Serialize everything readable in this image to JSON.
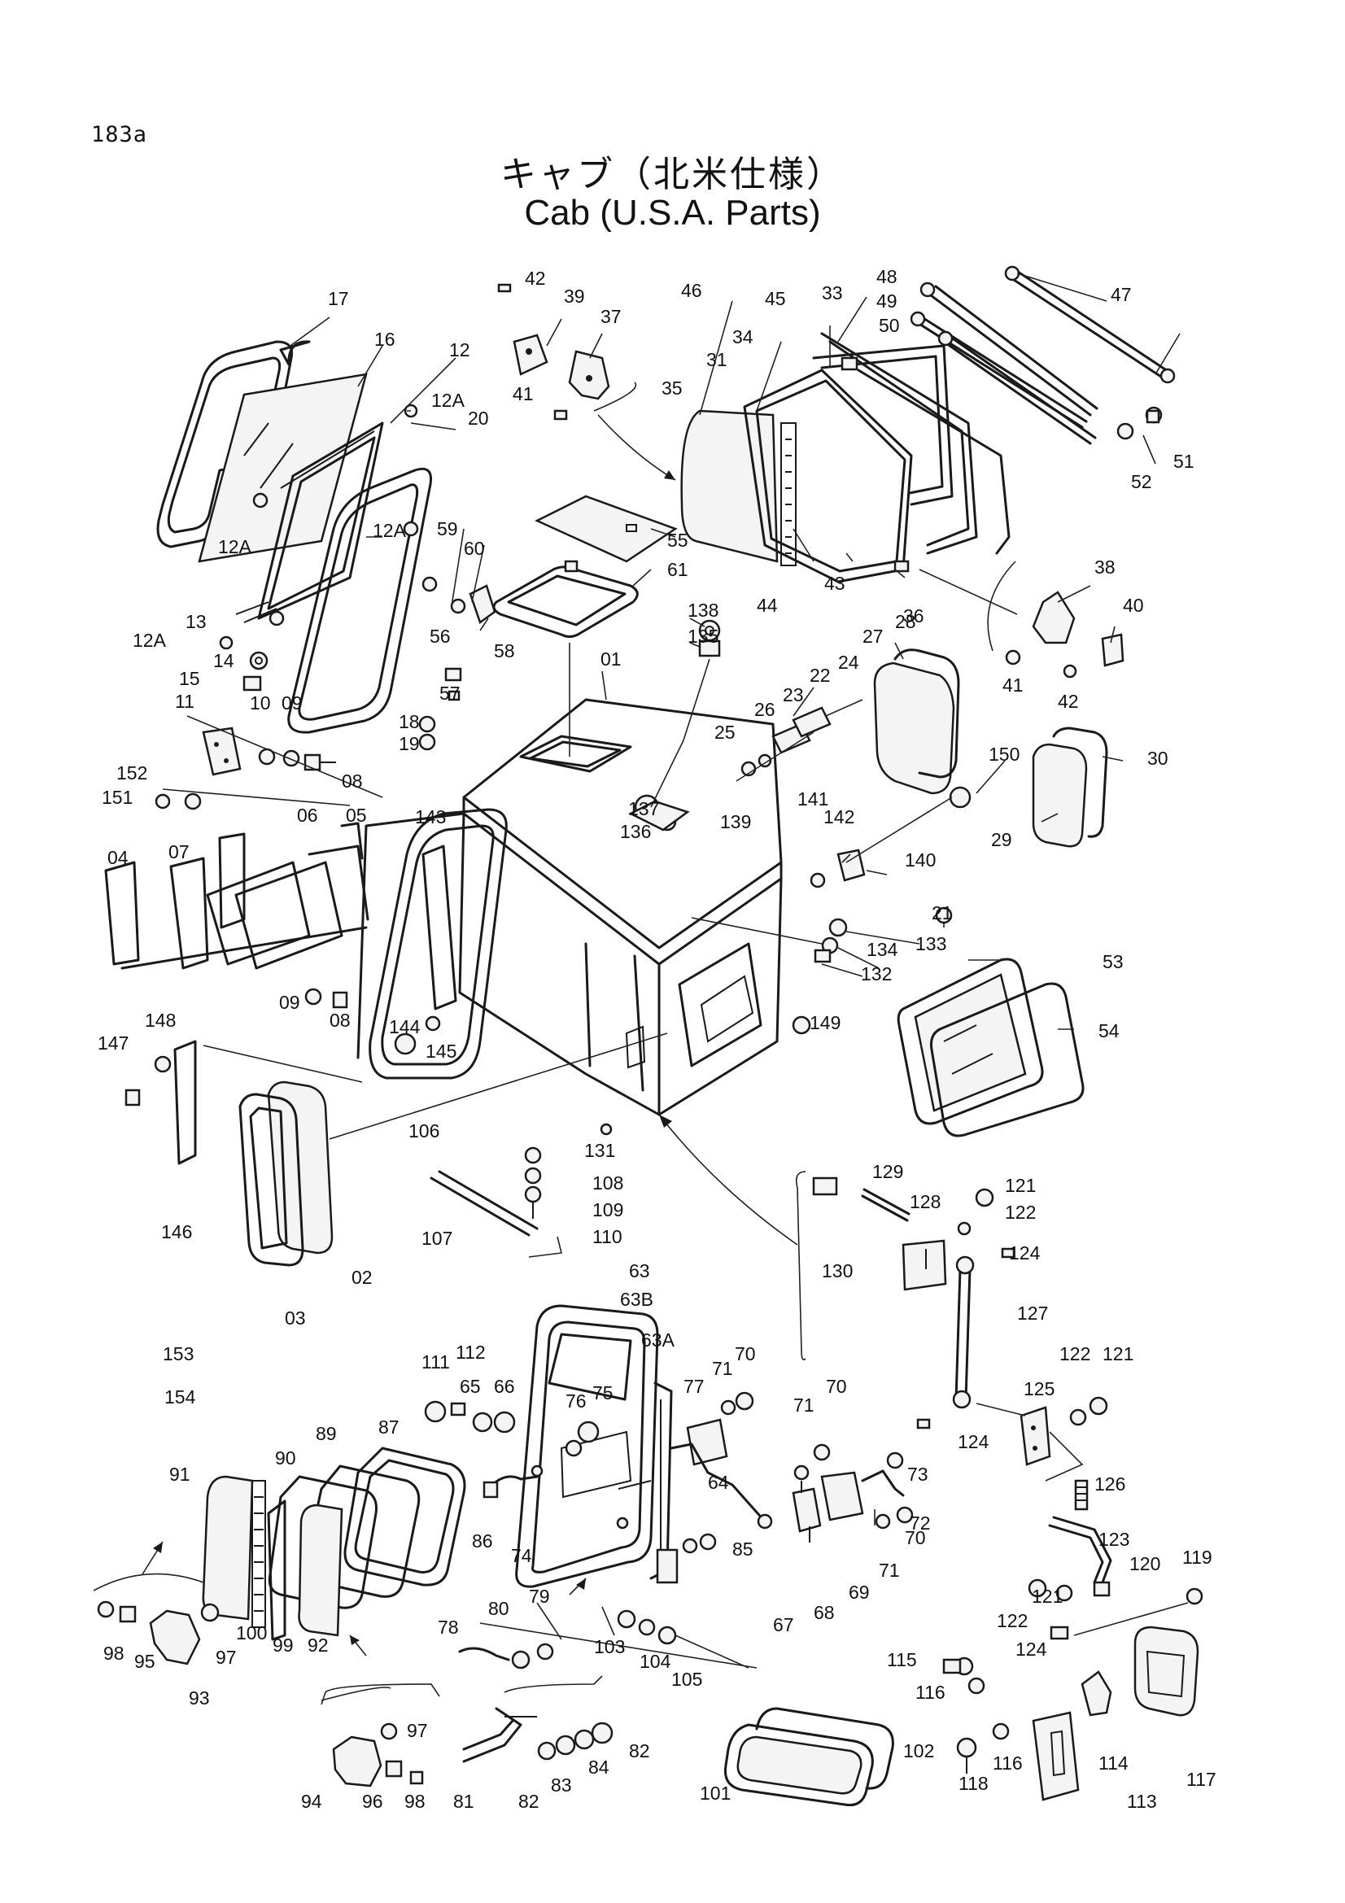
{
  "page_number": "183a",
  "title_jp": "キャブ（北米仕様）",
  "title_en": "Cab (U.S.A. Parts)",
  "callouts": [
    {
      "label": "17"
    },
    {
      "label": "16"
    },
    {
      "label": "12"
    },
    {
      "label": "12A"
    },
    {
      "label": "20"
    },
    {
      "label": "12A"
    },
    {
      "label": "12A"
    },
    {
      "label": "13"
    },
    {
      "label": "12A"
    },
    {
      "label": "14"
    },
    {
      "label": "15"
    },
    {
      "label": "42"
    },
    {
      "label": "39"
    },
    {
      "label": "37"
    },
    {
      "label": "41"
    },
    {
      "label": "46"
    },
    {
      "label": "45"
    },
    {
      "label": "33"
    },
    {
      "label": "34"
    },
    {
      "label": "31"
    },
    {
      "label": "35"
    },
    {
      "label": "48"
    },
    {
      "label": "49"
    },
    {
      "label": "50"
    },
    {
      "label": "47"
    },
    {
      "label": "51"
    },
    {
      "label": "52"
    },
    {
      "label": "44"
    },
    {
      "label": "43"
    },
    {
      "label": "36"
    },
    {
      "label": "38"
    },
    {
      "label": "40"
    },
    {
      "label": "41"
    },
    {
      "label": "42"
    },
    {
      "label": "55"
    },
    {
      "label": "59"
    },
    {
      "label": "60"
    },
    {
      "label": "61"
    },
    {
      "label": "56"
    },
    {
      "label": "58"
    },
    {
      "label": "57"
    },
    {
      "label": "138"
    },
    {
      "label": "135"
    },
    {
      "label": "01"
    },
    {
      "label": "27"
    },
    {
      "label": "28"
    },
    {
      "label": "22"
    },
    {
      "label": "24"
    },
    {
      "label": "23"
    },
    {
      "label": "26"
    },
    {
      "label": "25"
    },
    {
      "label": "150"
    },
    {
      "label": "30"
    },
    {
      "label": "29"
    },
    {
      "label": "11"
    },
    {
      "label": "10"
    },
    {
      "label": "09"
    },
    {
      "label": "08"
    },
    {
      "label": "18"
    },
    {
      "label": "19"
    },
    {
      "label": "152"
    },
    {
      "label": "151"
    },
    {
      "label": "143"
    },
    {
      "label": "06"
    },
    {
      "label": "05"
    },
    {
      "label": "04"
    },
    {
      "label": "07"
    },
    {
      "label": "137"
    },
    {
      "label": "136"
    },
    {
      "label": "139"
    },
    {
      "label": "141"
    },
    {
      "label": "142"
    },
    {
      "label": "140"
    },
    {
      "label": "21"
    },
    {
      "label": "133"
    },
    {
      "label": "134"
    },
    {
      "label": "132"
    },
    {
      "label": "53"
    },
    {
      "label": "54"
    },
    {
      "label": "09"
    },
    {
      "label": "08"
    },
    {
      "label": "144"
    },
    {
      "label": "145"
    },
    {
      "label": "149"
    },
    {
      "label": "148"
    },
    {
      "label": "147"
    },
    {
      "label": "106"
    },
    {
      "label": "131"
    },
    {
      "label": "108"
    },
    {
      "label": "109"
    },
    {
      "label": "110"
    },
    {
      "label": "107"
    },
    {
      "label": "146"
    },
    {
      "label": "02"
    },
    {
      "label": "03"
    },
    {
      "label": "129"
    },
    {
      "label": "128"
    },
    {
      "label": "121"
    },
    {
      "label": "122"
    },
    {
      "label": "124"
    },
    {
      "label": "130"
    },
    {
      "label": "127"
    },
    {
      "label": "63"
    },
    {
      "label": "63B"
    },
    {
      "label": "63A"
    },
    {
      "label": "153"
    },
    {
      "label": "154"
    },
    {
      "label": "111"
    },
    {
      "label": "112"
    },
    {
      "label": "65"
    },
    {
      "label": "66"
    },
    {
      "label": "76"
    },
    {
      "label": "75"
    },
    {
      "label": "77"
    },
    {
      "label": "71"
    },
    {
      "label": "70"
    },
    {
      "label": "89"
    },
    {
      "label": "87"
    },
    {
      "label": "90"
    },
    {
      "label": "91"
    },
    {
      "label": "122"
    },
    {
      "label": "121"
    },
    {
      "label": "125"
    },
    {
      "label": "124"
    },
    {
      "label": "71"
    },
    {
      "label": "70"
    },
    {
      "label": "64"
    },
    {
      "label": "73"
    },
    {
      "label": "72"
    },
    {
      "label": "126"
    },
    {
      "label": "123"
    },
    {
      "label": "70"
    },
    {
      "label": "71"
    },
    {
      "label": "86"
    },
    {
      "label": "74"
    },
    {
      "label": "85"
    },
    {
      "label": "67"
    },
    {
      "label": "68"
    },
    {
      "label": "69"
    },
    {
      "label": "120"
    },
    {
      "label": "119"
    },
    {
      "label": "100"
    },
    {
      "label": "99"
    },
    {
      "label": "92"
    },
    {
      "label": "98"
    },
    {
      "label": "95"
    },
    {
      "label": "97"
    },
    {
      "label": "93"
    },
    {
      "label": "78"
    },
    {
      "label": "80"
    },
    {
      "label": "79"
    },
    {
      "label": "103"
    },
    {
      "label": "104"
    },
    {
      "label": "105"
    },
    {
      "label": "121"
    },
    {
      "label": "122"
    },
    {
      "label": "124"
    },
    {
      "label": "115"
    },
    {
      "label": "116"
    },
    {
      "label": "97"
    },
    {
      "label": "94"
    },
    {
      "label": "96"
    },
    {
      "label": "98"
    },
    {
      "label": "81"
    },
    {
      "label": "82"
    },
    {
      "label": "83"
    },
    {
      "label": "84"
    },
    {
      "label": "82"
    },
    {
      "label": "101"
    },
    {
      "label": "102"
    },
    {
      "label": "118"
    },
    {
      "label": "116"
    },
    {
      "label": "114"
    },
    {
      "label": "113"
    },
    {
      "label": "117"
    }
  ]
}
